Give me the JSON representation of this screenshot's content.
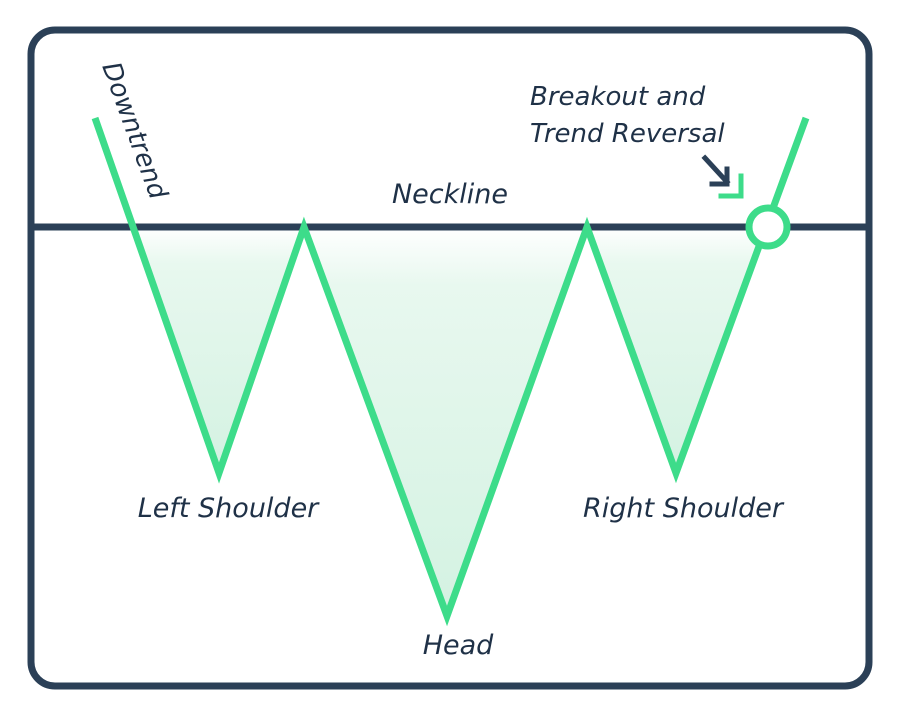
{
  "diagram": {
    "labels": {
      "downtrend": "Downtrend",
      "neckline": "Neckline",
      "breakout_line1": "Breakout and",
      "breakout_line2": "Trend Reversal",
      "left_shoulder": "Left Shoulder",
      "head": "Head",
      "right_shoulder": "Right Shoulder"
    },
    "colors": {
      "frame": "#2b4057",
      "text": "#1f3147",
      "line": "#3ddc8a",
      "fill": "#dff6ea",
      "background": "#ffffff"
    }
  }
}
